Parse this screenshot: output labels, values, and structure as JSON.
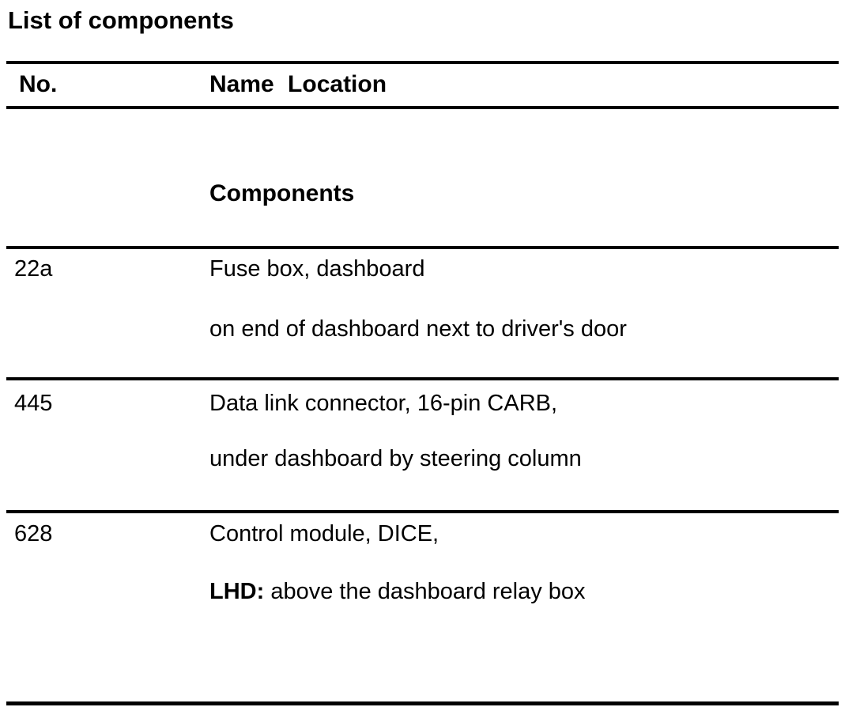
{
  "page": {
    "background_color": "#ffffff",
    "text_color": "#000000",
    "rule_color": "#000000"
  },
  "title": "List of components",
  "table": {
    "headers": {
      "no": "No.",
      "name_location": "Name Location"
    },
    "section_heading": "Components",
    "rows": [
      {
        "no": "22a",
        "line1": "Fuse box, dashboard",
        "line2": "on end of dashboard next to driver's door"
      },
      {
        "no": "445",
        "line1": "Data link connector, 16-pin CARB,",
        "line2": "under dashboard by steering column"
      },
      {
        "no": "628",
        "line1": "Control module, DICE,",
        "line2_bold_prefix": "LHD:",
        "line2_rest": " above the dashboard relay box"
      }
    ]
  }
}
